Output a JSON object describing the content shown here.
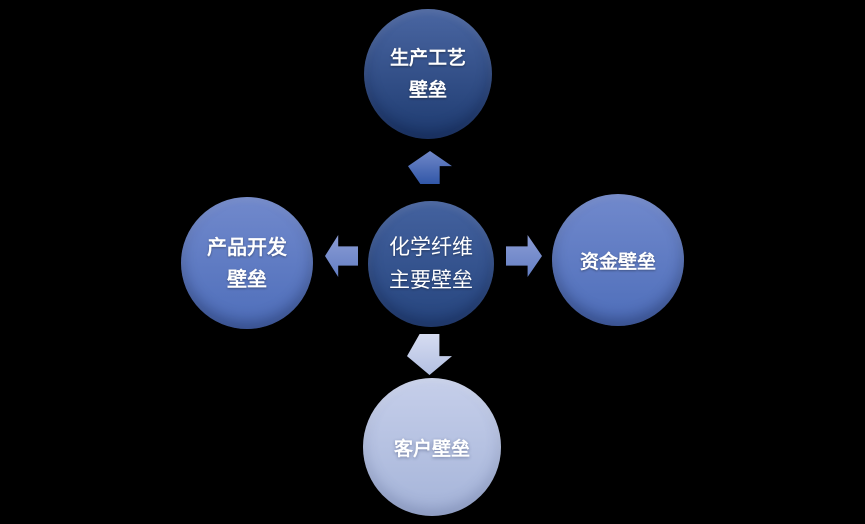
{
  "background": "#000000",
  "diagram": {
    "center_node": {
      "lines": [
        "化学纤维",
        "主要壁垒"
      ],
      "color_top": "#44629f",
      "color_bottom": "#26457e",
      "text_color": "#ffffff"
    },
    "nodes": [
      {
        "id": "top",
        "lines": [
          "生产工艺",
          "壁垒"
        ],
        "color_top": "#4a66a2",
        "color_bottom": "#1e3b70",
        "text_color": "#ffffff"
      },
      {
        "id": "left",
        "lines": [
          "产品开发",
          "壁垒"
        ],
        "color_top": "#7189cc",
        "color_bottom": "#4e6eba",
        "text_color": "#ffffff"
      },
      {
        "id": "right",
        "lines": [
          "资金壁垒"
        ],
        "color_top": "#7189cc",
        "color_bottom": "#4e6eba",
        "text_color": "#ffffff"
      },
      {
        "id": "bottom",
        "lines": [
          "客户壁垒"
        ],
        "color_top": "#c6cfea",
        "color_bottom": "#a5b4d9",
        "text_color": "#ffffff"
      }
    ],
    "arrows": [
      {
        "id": "up",
        "direction": "up",
        "color_top": "#7188c9",
        "color_bottom": "#3157a8"
      },
      {
        "id": "left",
        "direction": "left",
        "color_top": "#8b9cd4",
        "color_bottom": "#637ec4"
      },
      {
        "id": "right",
        "direction": "right",
        "color_top": "#8b9cd4",
        "color_bottom": "#637ec4"
      },
      {
        "id": "down",
        "direction": "down",
        "color_top": "#d6dcf1",
        "color_bottom": "#b3c0e2"
      }
    ]
  }
}
